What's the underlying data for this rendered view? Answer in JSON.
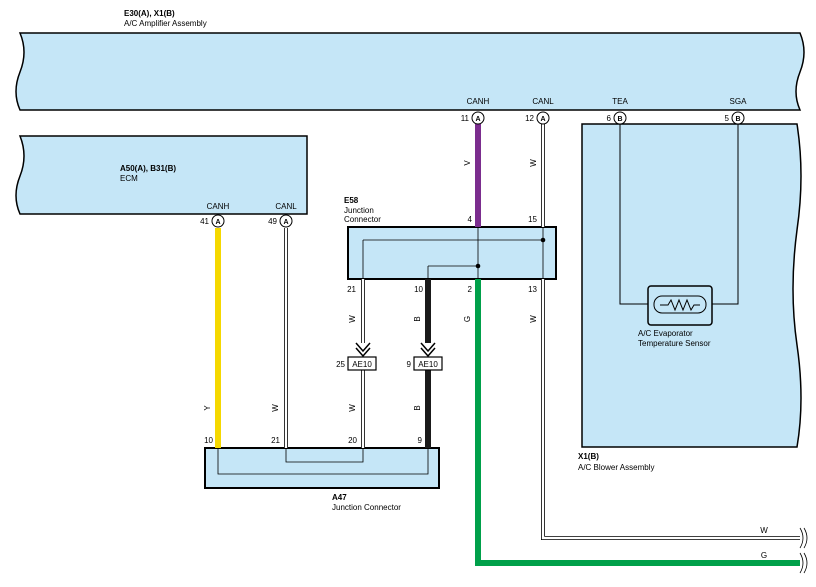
{
  "components": {
    "amplifier": {
      "id": "E30(A), X1(B)",
      "name": "A/C Amplifier Assembly"
    },
    "ecm": {
      "id": "A50(A), B31(B)",
      "name": "ECM"
    },
    "e58": {
      "id": "E58",
      "name_line1": "Junction",
      "name_line2": "Connector"
    },
    "blower": {
      "id": "X1(B)",
      "name": "A/C Blower Assembly"
    },
    "a47": {
      "id": "A47",
      "name": "Junction Connector"
    },
    "sensor": {
      "name_line1": "A/C Evaporator",
      "name_line2": "Temperature Sensor"
    }
  },
  "amplifier_pins": [
    {
      "num": "11",
      "letter": "A",
      "signal": "CANH"
    },
    {
      "num": "12",
      "letter": "A",
      "signal": "CANL"
    },
    {
      "num": "6",
      "letter": "B",
      "signal": "TEA"
    },
    {
      "num": "5",
      "letter": "B",
      "signal": "SGA"
    }
  ],
  "ecm_pins": [
    {
      "num": "41",
      "letter": "A",
      "signal": "CANH"
    },
    {
      "num": "49",
      "letter": "A",
      "signal": "CANL"
    }
  ],
  "e58_pins": {
    "top": [
      "4",
      "15"
    ],
    "bottom": [
      "21",
      "10",
      "2",
      "13"
    ]
  },
  "a47_pins": [
    "10",
    "21",
    "20",
    "9"
  ],
  "ae10_connectors": [
    {
      "pin": "25",
      "label": "AE10"
    },
    {
      "pin": "9",
      "label": "AE10"
    }
  ],
  "wire_color_labels": {
    "canh_amp": "V",
    "canl_amp": "W",
    "canh_ecm": "Y",
    "canl_ecm": "W",
    "e58_21": "W",
    "e58_10": "B",
    "e58_2": "G",
    "e58_13": "W",
    "a47_20": "W",
    "a47_9": "B",
    "bottom_w": "W",
    "bottom_g": "G"
  },
  "colors": {
    "component_fill": "#c5e6f7",
    "wire_violet": "#7b2d8e",
    "wire_yellow": "#f5d800",
    "wire_green": "#00a04a",
    "wire_black": "#1a1a1a",
    "outline": "#000000"
  }
}
